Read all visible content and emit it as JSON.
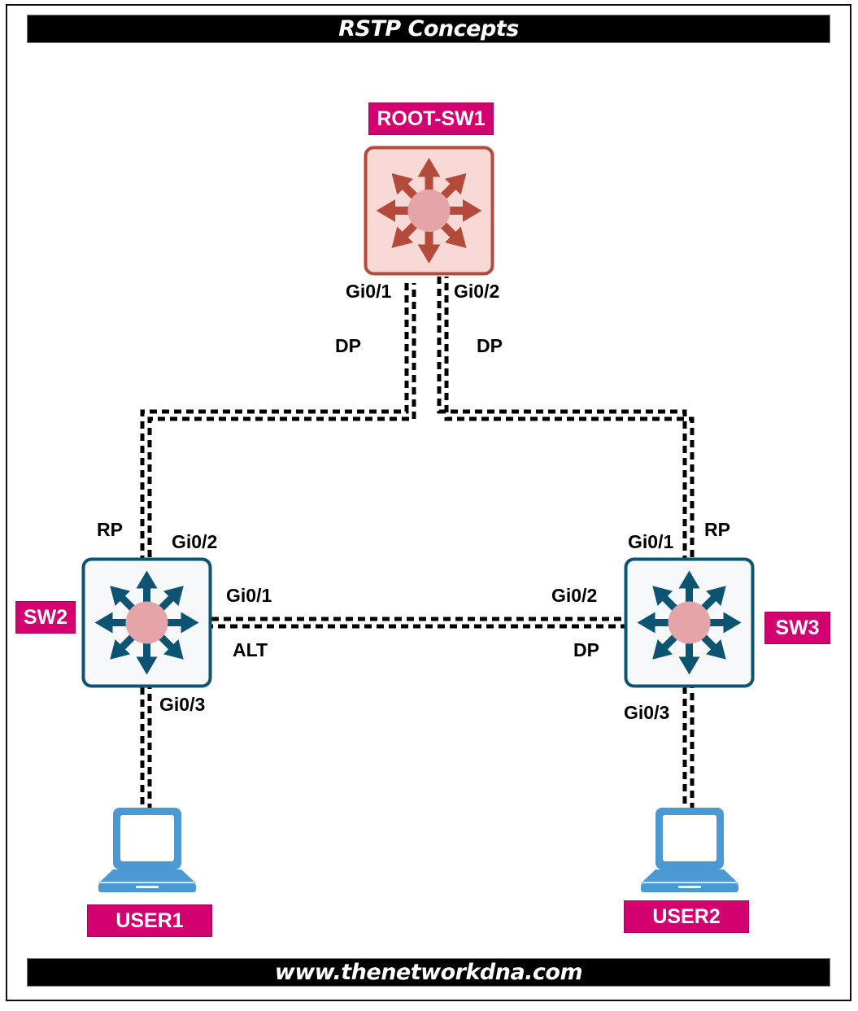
{
  "title": "RSTP Concepts",
  "footer": "www.thenetworkdna.com",
  "colors": {
    "root_switch_stroke": "#b44a3a",
    "root_switch_fill": "#f9d9d5",
    "switch_stroke": "#0d5372",
    "switch_fill": "#f6f8fa",
    "center_circle": "#e5a5a8",
    "label_badge": "#d3006f",
    "laptop": "#4a98d4",
    "link": "#000000"
  },
  "devices": {
    "root": {
      "name": "ROOT-SW1",
      "icon": "layer3-switch-icon"
    },
    "sw2": {
      "name": "SW2",
      "icon": "layer3-switch-icon"
    },
    "sw3": {
      "name": "SW3",
      "icon": "layer3-switch-icon"
    },
    "user1": {
      "name": "USER1",
      "icon": "laptop-icon"
    },
    "user2": {
      "name": "USER2",
      "icon": "laptop-icon"
    }
  },
  "links": [
    {
      "from": "ROOT-SW1",
      "from_port": "Gi0/1",
      "from_role": "DP",
      "to": "SW2",
      "to_port": "Gi0/2",
      "to_role": "RP"
    },
    {
      "from": "ROOT-SW1",
      "from_port": "Gi0/2",
      "from_role": "DP",
      "to": "SW3",
      "to_port": "Gi0/1",
      "to_role": "RP"
    },
    {
      "from": "SW2",
      "from_port": "Gi0/1",
      "from_role": "ALT",
      "to": "SW3",
      "to_port": "Gi0/2",
      "to_role": "DP"
    },
    {
      "from": "SW2",
      "from_port": "Gi0/3",
      "to": "USER1"
    },
    {
      "from": "SW3",
      "from_port": "Gi0/3",
      "to": "USER2"
    }
  ],
  "labels": {
    "root_gi01": "Gi0/1",
    "root_gi02": "Gi0/2",
    "root_dp_left": "DP",
    "root_dp_right": "DP",
    "sw2_rp": "RP",
    "sw2_gi02": "Gi0/2",
    "sw2_gi01": "Gi0/1",
    "sw2_alt": "ALT",
    "sw2_gi03": "Gi0/3",
    "sw3_gi01": "Gi0/1",
    "sw3_rp": "RP",
    "sw3_gi02": "Gi0/2",
    "sw3_dp": "DP",
    "sw3_gi03": "Gi0/3"
  }
}
